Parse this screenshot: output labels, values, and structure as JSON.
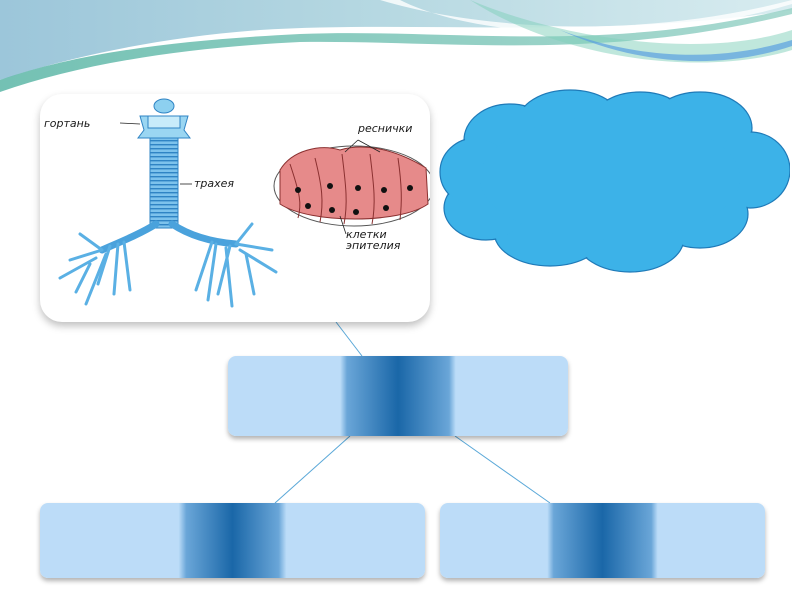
{
  "diagram": {
    "labels": {
      "larynx": "гортань",
      "trachea": "трахея",
      "cilia": "реснички",
      "cells_line1": "клетки",
      "cells_line2": "эпителия"
    },
    "colors": {
      "cloud_fill": "#3cb2e8",
      "cloud_stroke": "#1f7ab8",
      "node_fill": "#bcdcf8",
      "node_band": "#1a67a8",
      "connector": "#5aa8d8",
      "trachea": "#5aaee0",
      "epithelium": "#e68a8a"
    }
  }
}
